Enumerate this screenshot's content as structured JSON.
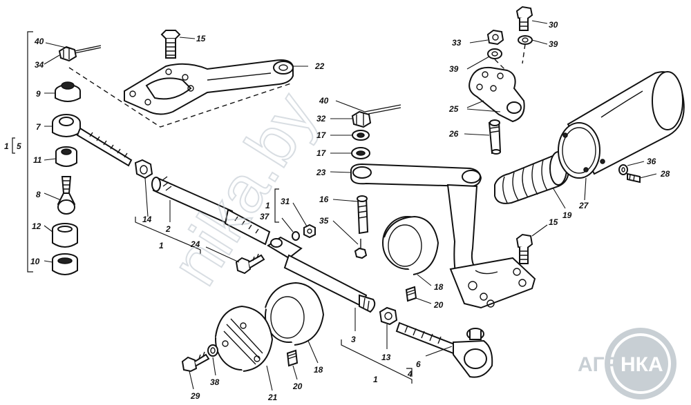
{
  "diagram": {
    "callouts": {
      "c40a": "40",
      "c34": "34",
      "c9": "9",
      "c7": "7",
      "c5": "5",
      "c1a": "1",
      "c11": "11",
      "c8": "8",
      "c12": "12",
      "c10": "10",
      "c15a": "15",
      "c22": "22",
      "c14": "14",
      "c2": "2",
      "c1b": "1",
      "c24": "24",
      "c40b": "40",
      "c32": "32",
      "c17a": "17",
      "c17b": "17",
      "c23": "23",
      "c16": "16",
      "c1c": "1",
      "c31": "31",
      "c37": "37",
      "c35": "35",
      "c30": "30",
      "c33": "33",
      "c39a": "39",
      "c39b": "39",
      "c25": "25",
      "c26": "26",
      "c36": "36",
      "c28": "28",
      "c27": "27",
      "c19": "19",
      "c15b": "15",
      "c18a": "18",
      "c20a": "20",
      "c3": "3",
      "c13": "13",
      "c1d": "1",
      "c6": "6",
      "c4": "4",
      "c18b": "18",
      "c20b": "20",
      "c21": "21",
      "c38": "38",
      "c29": "29"
    },
    "watermark": "nika.by",
    "logo": {
      "left": "АГРО",
      "right": "НКА"
    }
  },
  "colors": {
    "ink": "#111111",
    "paper": "#ffffff",
    "logo": "#c8cfd4",
    "watermark": "#b9c3cc"
  }
}
